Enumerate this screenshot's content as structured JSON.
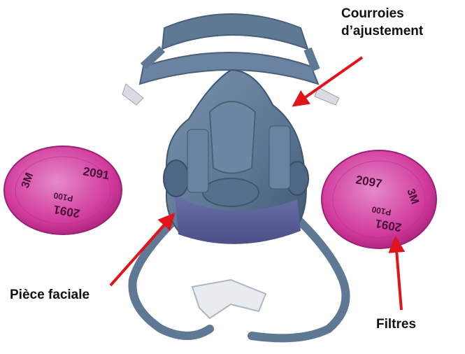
{
  "labels": {
    "straps_line1": "Courroies",
    "straps_line2": "d’ajustement",
    "facepiece": "Pièce faciale",
    "filters": "Filtres"
  },
  "filter_left": {
    "brand": "3M",
    "model_top": "2091",
    "model_bottom": "2091",
    "rating": "P100"
  },
  "filter_right": {
    "brand": "3M",
    "model_top": "2097",
    "model_bottom": "2091",
    "rating": "P100"
  },
  "colors": {
    "filter_pink": "#d63aa0",
    "mask_blue": "#5f7894",
    "arrow_red": "#e0151b"
  }
}
